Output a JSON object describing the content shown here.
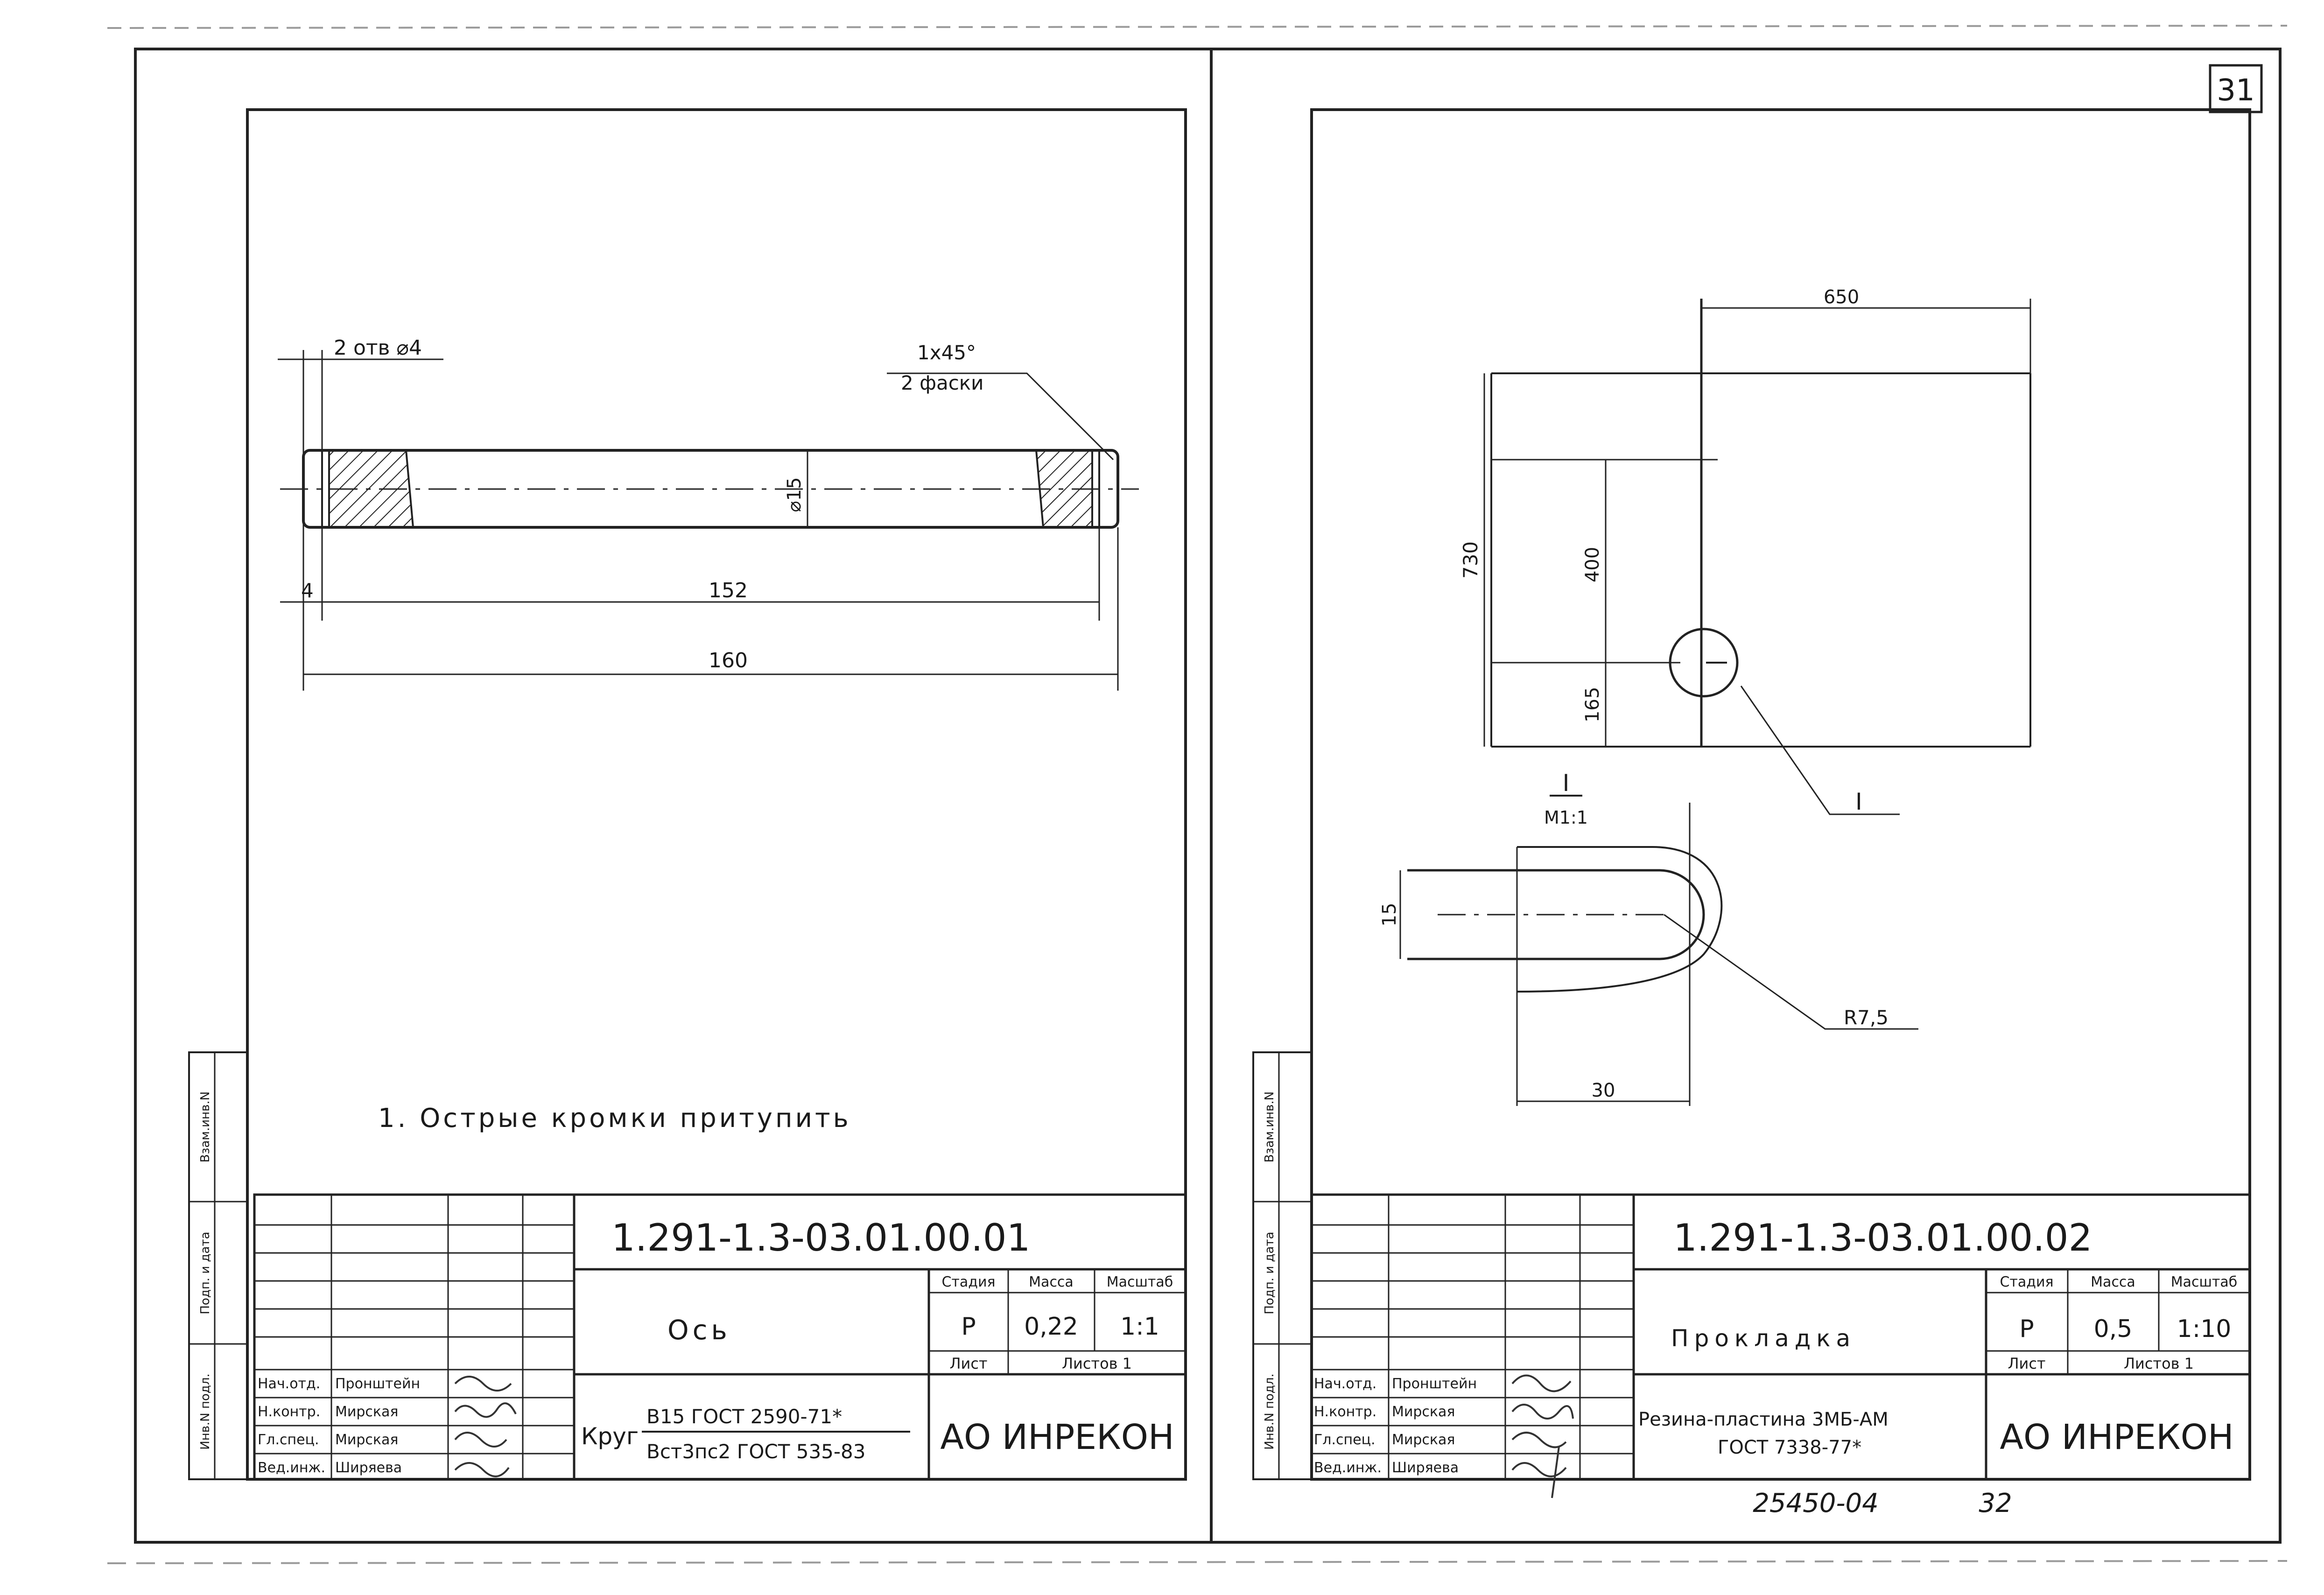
{
  "page_number": "31",
  "footer": {
    "code": "25450-04",
    "page": "32"
  },
  "left": {
    "drawing": {
      "holes_note": "2 отв ⌀4",
      "chamfer_size": "1x45°",
      "chamfer_note": "2 фаски",
      "diameter": "⌀15",
      "dim_4": "4",
      "dim_152": "152",
      "dim_160": "160"
    },
    "note": "1. Острые кромки притупить",
    "side_stamps": [
      "Взам.инв.N",
      "Подп. и дата",
      "Инв.N подл."
    ],
    "title_block": {
      "designation": "1.291-1.3-03.01.00.01",
      "name": "Ось",
      "stage_header": "Стадия",
      "mass_header": "Масса",
      "scale_header": "Масштаб",
      "stage": "Р",
      "mass": "0,22",
      "scale": "1:1",
      "sheet_label": "Лист",
      "sheets_label": "Листов 1",
      "material_prefix": "Круг",
      "material_top": "В15 ГОСТ 2590-71*",
      "material_bottom": "Вст3пс2 ГОСТ 535-83",
      "company": "АО ИНРЕКОН",
      "signatures": [
        {
          "role": "Нач.отд.",
          "name": "Пронштейн"
        },
        {
          "role": "Н.контр.",
          "name": "Мирская"
        },
        {
          "role": "Гл.спец.",
          "name": "Мирская"
        },
        {
          "role": "Вед.инж.",
          "name": "Ширяева"
        }
      ]
    }
  },
  "right": {
    "drawing": {
      "dim_650": "650",
      "dim_730": "730",
      "dim_400": "400",
      "dim_165": "165",
      "callout": "I",
      "detail_label": "I",
      "detail_scale": "М1:1",
      "dim_15": "15",
      "radius": "R7,5",
      "dim_30": "30"
    },
    "side_stamps": [
      "Взам.инв.N",
      "Подп. и дата",
      "Инв.N подл."
    ],
    "title_block": {
      "designation": "1.291-1.3-03.01.00.02",
      "name": "Прокладка",
      "stage_header": "Стадия",
      "mass_header": "Масса",
      "scale_header": "Масштаб",
      "stage": "Р",
      "mass": "0,5",
      "scale": "1:10",
      "sheet_label": "Лист",
      "sheets_label": "Листов 1",
      "material_top": "Резина-пластина 3МБ-АМ",
      "material_bottom": "ГОСТ 7338-77*",
      "company": "АО ИНРЕКОН",
      "signatures": [
        {
          "role": "Нач.отд.",
          "name": "Пронштейн"
        },
        {
          "role": "Н.контр.",
          "name": "Мирская"
        },
        {
          "role": "Гл.спец.",
          "name": "Мирская"
        },
        {
          "role": "Вед.инж.",
          "name": "Ширяева"
        }
      ]
    }
  }
}
